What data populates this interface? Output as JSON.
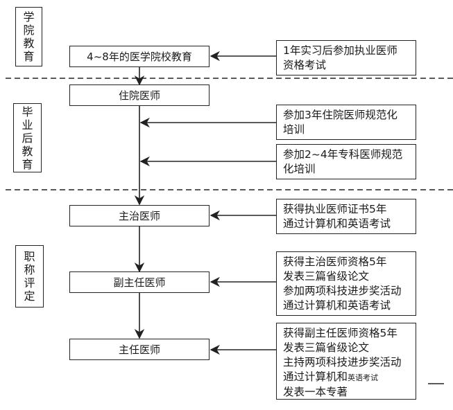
{
  "sections": [
    {
      "id": "academic",
      "label_chars": [
        "学",
        "院",
        "教",
        "育"
      ]
    },
    {
      "id": "postgrad",
      "label_chars": [
        "毕",
        "业",
        "后",
        "教",
        "育"
      ]
    },
    {
      "id": "title",
      "label_chars": [
        "职",
        "称",
        "评",
        "定"
      ]
    }
  ],
  "stages": [
    {
      "label": "4~8年的医学院校教育"
    },
    {
      "label": "住院医师"
    },
    {
      "label": "主治医师"
    },
    {
      "label": "副主任医师"
    },
    {
      "label": "主任医师"
    }
  ],
  "notes": [
    {
      "lines": [
        "1年实习后参加执业医师",
        "资格考试"
      ]
    },
    {
      "lines": [
        "参加3年住院医师规范化",
        "培训"
      ]
    },
    {
      "lines": [
        "参加2~4年专科医师规范",
        "化培训"
      ]
    },
    {
      "lines": [
        "获得执业医师证书5年",
        "通过计算机和英语考试"
      ]
    },
    {
      "lines": [
        "获得主治医师资格5年",
        "发表三篇省级论文",
        "参加两项科技进步奖活动",
        "通过计算机和英语考试"
      ]
    },
    {
      "lines": [
        "获得副主任医师资格5年",
        "发表三篇省级论文",
        "主持两项科技进步奖活动",
        "通过计算机和",
        "发表一本专著"
      ],
      "overlay_small": "英语考试"
    }
  ],
  "colors": {
    "line": "#222222",
    "text": "#1a1a1a",
    "background": "#ffffff"
  }
}
